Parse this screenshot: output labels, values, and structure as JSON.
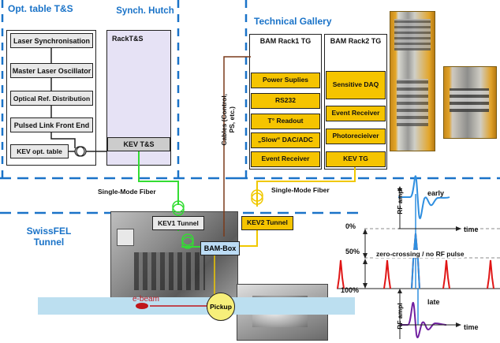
{
  "sections": {
    "opt_table": "Opt. table T&S",
    "synch_hutch": "Synch. Hutch",
    "technical_gallery": "Technical Gallery",
    "swissfel_tunnel": "SwissFEL Tunnel"
  },
  "opt_table_boxes": [
    "Laser Synchronisation",
    "Master Laser Oscillator",
    "Optical Ref. Distribution",
    "Pulsed Link Front End"
  ],
  "kev_opt_table": "KEV opt. table",
  "rack_ts": "RackT&S",
  "kev_ts": "KEV T&S",
  "rack1": {
    "title": "BAM Rack1 TG",
    "items": [
      "Power Suplies",
      "RS232",
      "T°  Readout",
      "„Slow“ DAC/ADC",
      "Event Receiver"
    ]
  },
  "rack2": {
    "title": "BAM Rack2 TG",
    "items": [
      "Sensitive DAQ",
      "Event Receiver",
      "Photorecieiver",
      "KEV TG"
    ]
  },
  "cables_label": "Cables (Control, PS, etc.)",
  "fiber_left": "Single-Mode Fiber",
  "fiber_right": "Single-Mode Fiber",
  "kev1_tunnel": "KEV1 Tunnel",
  "kev2_tunnel": "KEV2 Tunnel",
  "bam_box": "BAM-Box",
  "ebeam": "e-beam",
  "pickup": "Pickup",
  "plot": {
    "top_ylabel": "RF ampl",
    "top_curve": "early",
    "top_xlabel": "time",
    "pct_0": "0%",
    "pct_50": "50%",
    "pct_100": "100%",
    "middle_note": "zero-crossing / no RF pulse",
    "bottom_ylabel": "RF ampl",
    "bottom_curve": "late",
    "bottom_xlabel": "time"
  },
  "colors": {
    "accent_blue": "#1a73c8",
    "rack_yellow": "#f5c400",
    "fiber_green": "#33dd33",
    "fiber_yellow": "#f0c800",
    "cable_brown": "#7a3a1a",
    "pulse_red": "#e01515",
    "early_blue": "#2f8fe0",
    "late_purple": "#7020a0"
  }
}
